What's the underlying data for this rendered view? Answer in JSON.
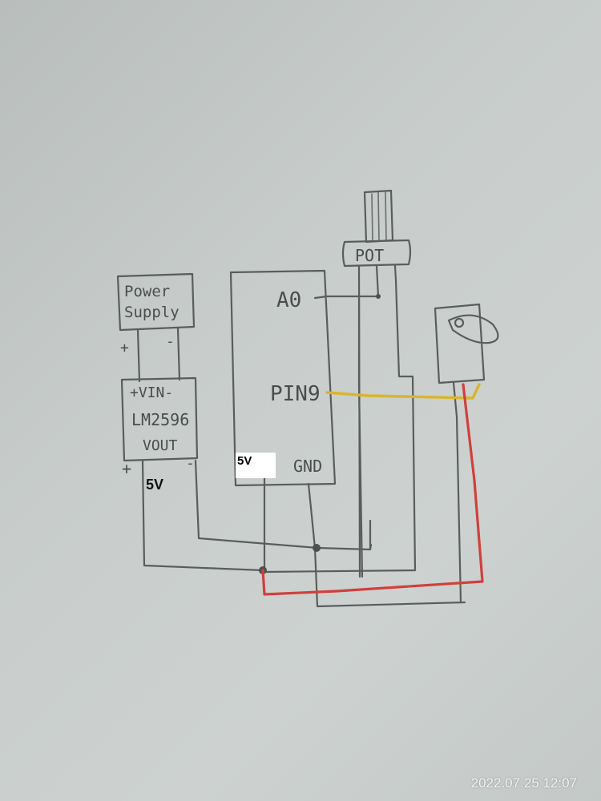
{
  "components": {
    "power_supply": {
      "line1": "Power",
      "line2": "Supply",
      "plus": "+",
      "minus": "-"
    },
    "regulator": {
      "vin": "+VIN-",
      "part": "LM2596",
      "vout": "VOUT",
      "plus": "+",
      "minus": "-"
    },
    "arduino": {
      "a0": "A0",
      "pin9": "PIN9",
      "gnd": "GND"
    },
    "pot": {
      "label": "POT"
    }
  },
  "annotations": {
    "arduino_5v": "5V",
    "regulator_5v": "5V"
  },
  "wire_colors": {
    "signal": "#d9b52c",
    "power": "#d0403c",
    "pencil": "#5a5d5c"
  },
  "timestamp": "2022.07.25 12:07"
}
